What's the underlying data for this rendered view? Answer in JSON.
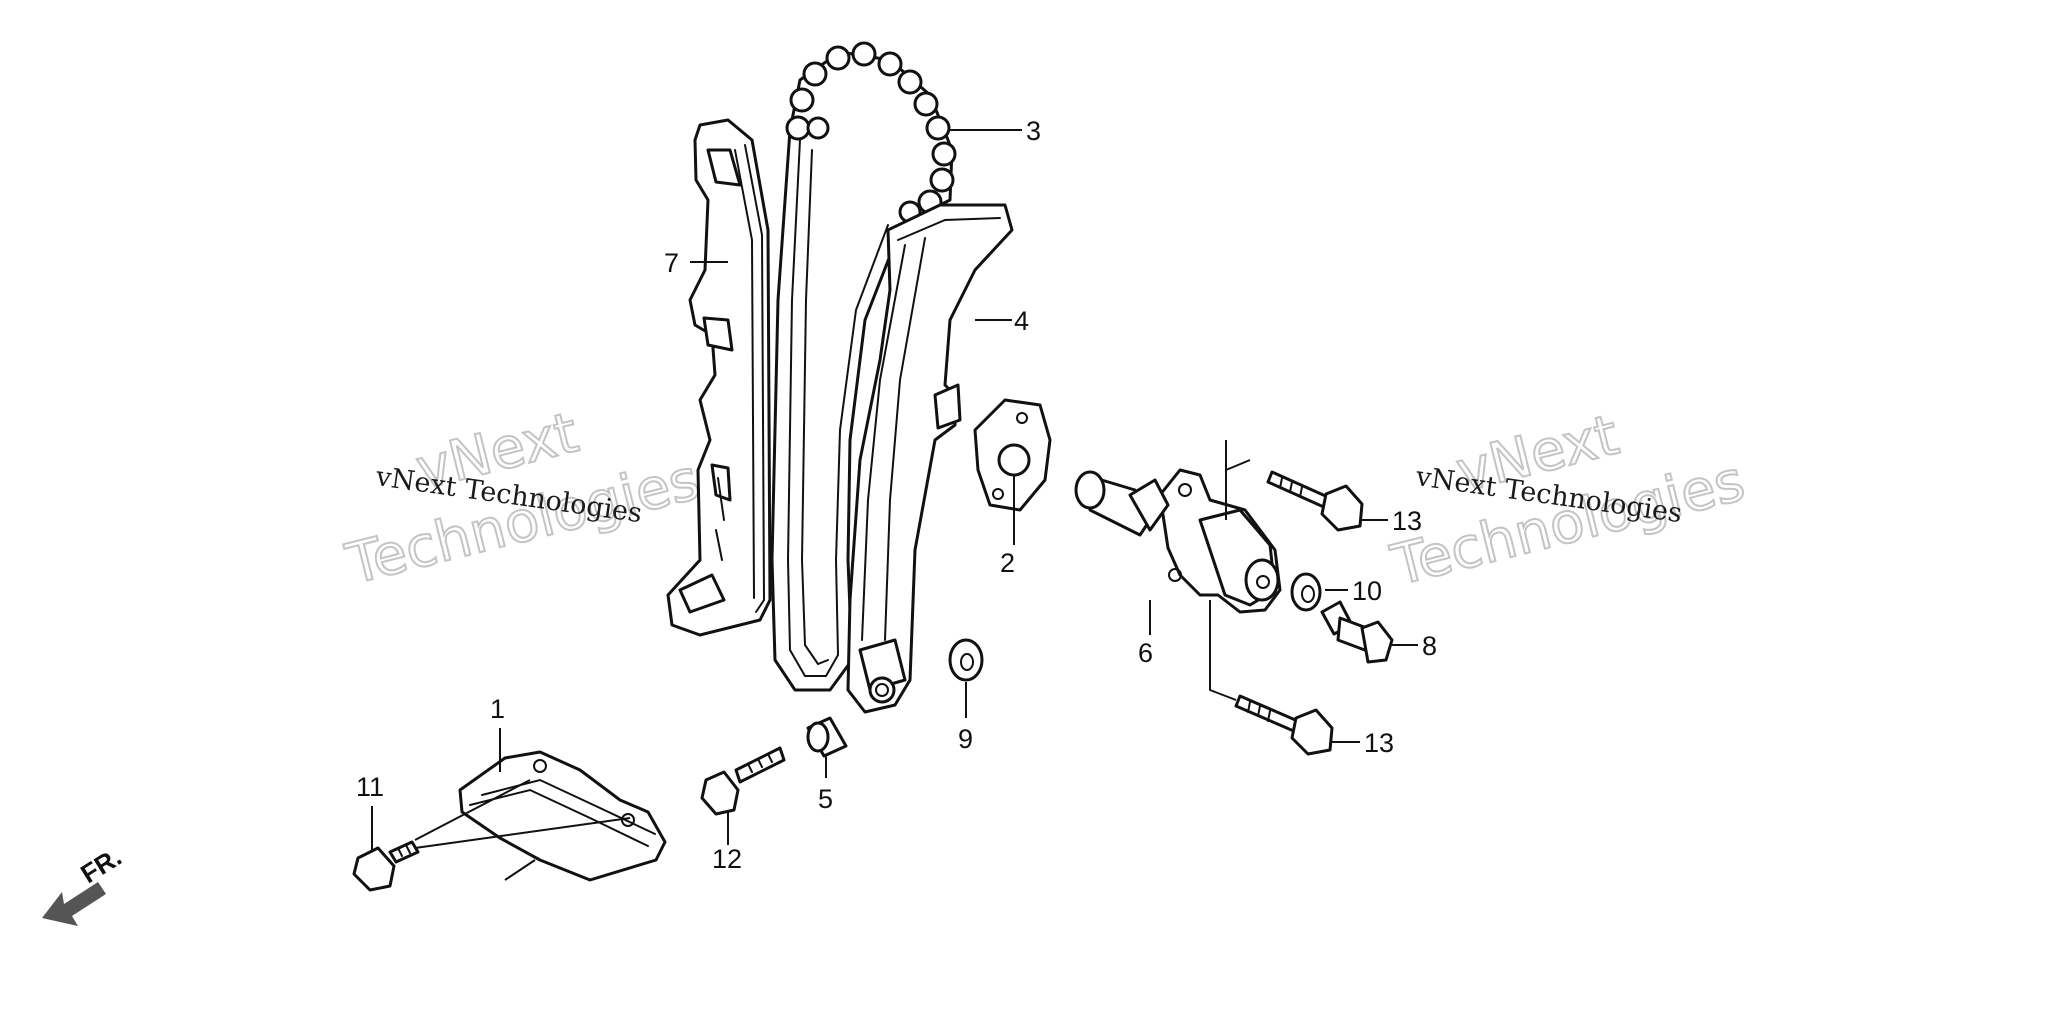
{
  "callouts": {
    "c1": "1",
    "c2": "2",
    "c3": "3",
    "c4": "4",
    "c5": "5",
    "c6": "6",
    "c7": "7",
    "c8": "8",
    "c9": "9",
    "c10": "10",
    "c11": "11",
    "c12": "12",
    "c13a": "13",
    "c13b": "13"
  },
  "direction_marker": "FR.",
  "watermarks": {
    "left_small": "vNext Technologies",
    "left_big_line1": "vNext",
    "left_big_line2": "Technologies",
    "right_small": "vNext Technologies",
    "right_big_line1": "vNext",
    "right_big_line2": "Technologies"
  }
}
